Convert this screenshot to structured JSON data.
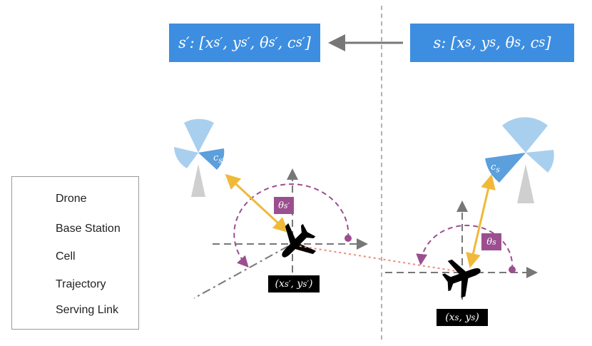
{
  "states": {
    "next": "s′: [x_{s′}, y_{s′}, θ_{s′}, c_{s′}]",
    "current": "s: [x_s, y_s, θ_s, c_s]"
  },
  "next_state_parts": {
    "prefix": "s′: [x",
    "s1": "s′",
    "m1": ", y",
    "s2": "s′",
    "m2": ", θ",
    "s3": "s′",
    "m3": ", c",
    "s4": "s′",
    "suffix": "]"
  },
  "current_state_parts": {
    "prefix": "s: [x",
    "s1": "s",
    "m1": ", y",
    "s2": "s",
    "m2": ", θ",
    "s3": "s",
    "m3": ", c",
    "s4": "s",
    "suffix": "]"
  },
  "coordinates": {
    "next": {
      "open": "(x",
      "sub1": "s′",
      "mid": ", y",
      "sub2": "s′",
      "close": ")"
    },
    "current": {
      "open": "(x",
      "sub1": "s",
      "mid": ", y",
      "sub2": "s",
      "close": ")"
    }
  },
  "angles": {
    "next": {
      "base": "θ",
      "sub": "s′"
    },
    "current": {
      "base": "θ",
      "sub": "s"
    }
  },
  "cells": {
    "next": {
      "base": "c",
      "sub": "s′"
    },
    "current": {
      "base": "c",
      "sub": "s"
    }
  },
  "legend": {
    "items": [
      {
        "label": "Drone",
        "icon": "airplane-icon"
      },
      {
        "label": "Base Station",
        "icon": "tower-icon"
      },
      {
        "label": "Cell",
        "icon": "cell-sector-icon"
      },
      {
        "label": "Trajectory",
        "icon": "dotted-line-icon"
      },
      {
        "label": "Serving Link",
        "icon": "double-arrow-icon"
      }
    ]
  },
  "colors": {
    "state_box": "#3d8ee0",
    "angle": "#9b4f8f",
    "serving_link": "#f0b93a",
    "trajectory": "#f08a7a",
    "cell": "#a9cfee",
    "cell_active": "#5b9fdc",
    "tower": "#cfcfcf",
    "axis": "#777777"
  }
}
